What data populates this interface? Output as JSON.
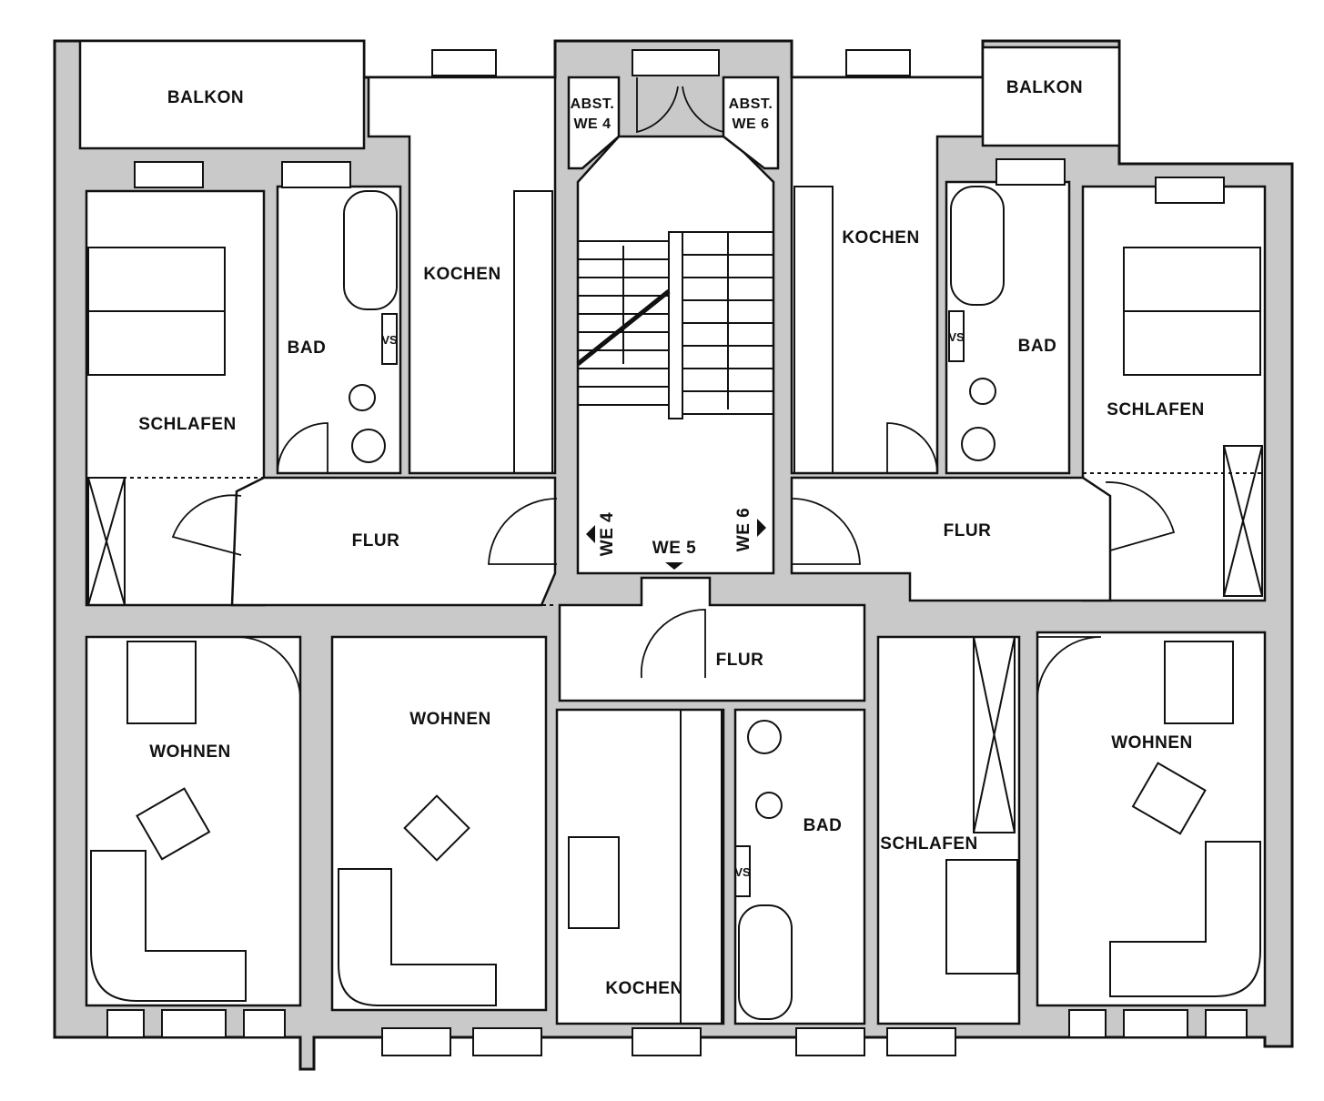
{
  "plan": {
    "balkon_left": "BALKON",
    "balkon_right": "BALKON",
    "abst_we4_l1": "ABST.",
    "abst_we4_l2": "WE 4",
    "abst_we6_l1": "ABST.",
    "abst_we6_l2": "WE 6",
    "kochen_top_left": "KOCHEN",
    "kochen_top_right": "KOCHEN",
    "kochen_center": "KOCHEN",
    "bad_left": "BAD",
    "bad_right": "BAD",
    "bad_center": "BAD",
    "schlafen_left": "SCHLAFEN",
    "schlafen_right": "SCHLAFEN",
    "schlafen_center": "SCHLAFEN",
    "flur_left": "FLUR",
    "flur_right": "FLUR",
    "flur_center": "FLUR",
    "wohnen_left": "WOHNEN",
    "wohnen_mid": "WOHNEN",
    "wohnen_right": "WOHNEN",
    "we4": "WE 4",
    "we5": "WE 5",
    "we6": "WE 6",
    "vs_label": "VS"
  }
}
